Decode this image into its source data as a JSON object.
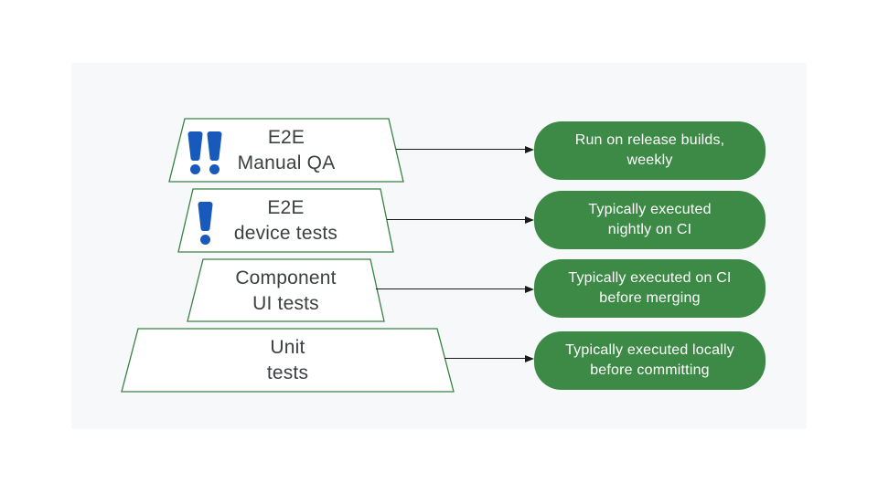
{
  "colors": {
    "page_bg": "#ffffff",
    "panel_bg": "#f7f8fa",
    "green": "#3d8a46",
    "trapezoid_border": "#3a8144",
    "blue": "#185abc",
    "text_dark": "#3c4043",
    "box_text": "#ffffff",
    "arrow": "#1a1a1a"
  },
  "pyramid": {
    "levels": [
      {
        "id": "e2e-manual-qa",
        "label_line1": "E2E",
        "label_line2": "Manual QA",
        "priority_icon": "double-exclamation",
        "note_line1": "Run on release builds,",
        "note_line2": "weekly"
      },
      {
        "id": "e2e-device-tests",
        "label_line1": "E2E",
        "label_line2": "device tests",
        "priority_icon": "single-exclamation",
        "note_line1": "Typically executed",
        "note_line2": "nightly on CI"
      },
      {
        "id": "component-ui-tests",
        "label_line1": "Component",
        "label_line2": "UI tests",
        "priority_icon": null,
        "note_line1": "Typically executed on CI",
        "note_line2": "before merging"
      },
      {
        "id": "unit-tests",
        "label_line1": "Unit",
        "label_line2": "tests",
        "priority_icon": null,
        "note_line1": "Typically executed locally",
        "note_line2": "before committing"
      }
    ]
  }
}
